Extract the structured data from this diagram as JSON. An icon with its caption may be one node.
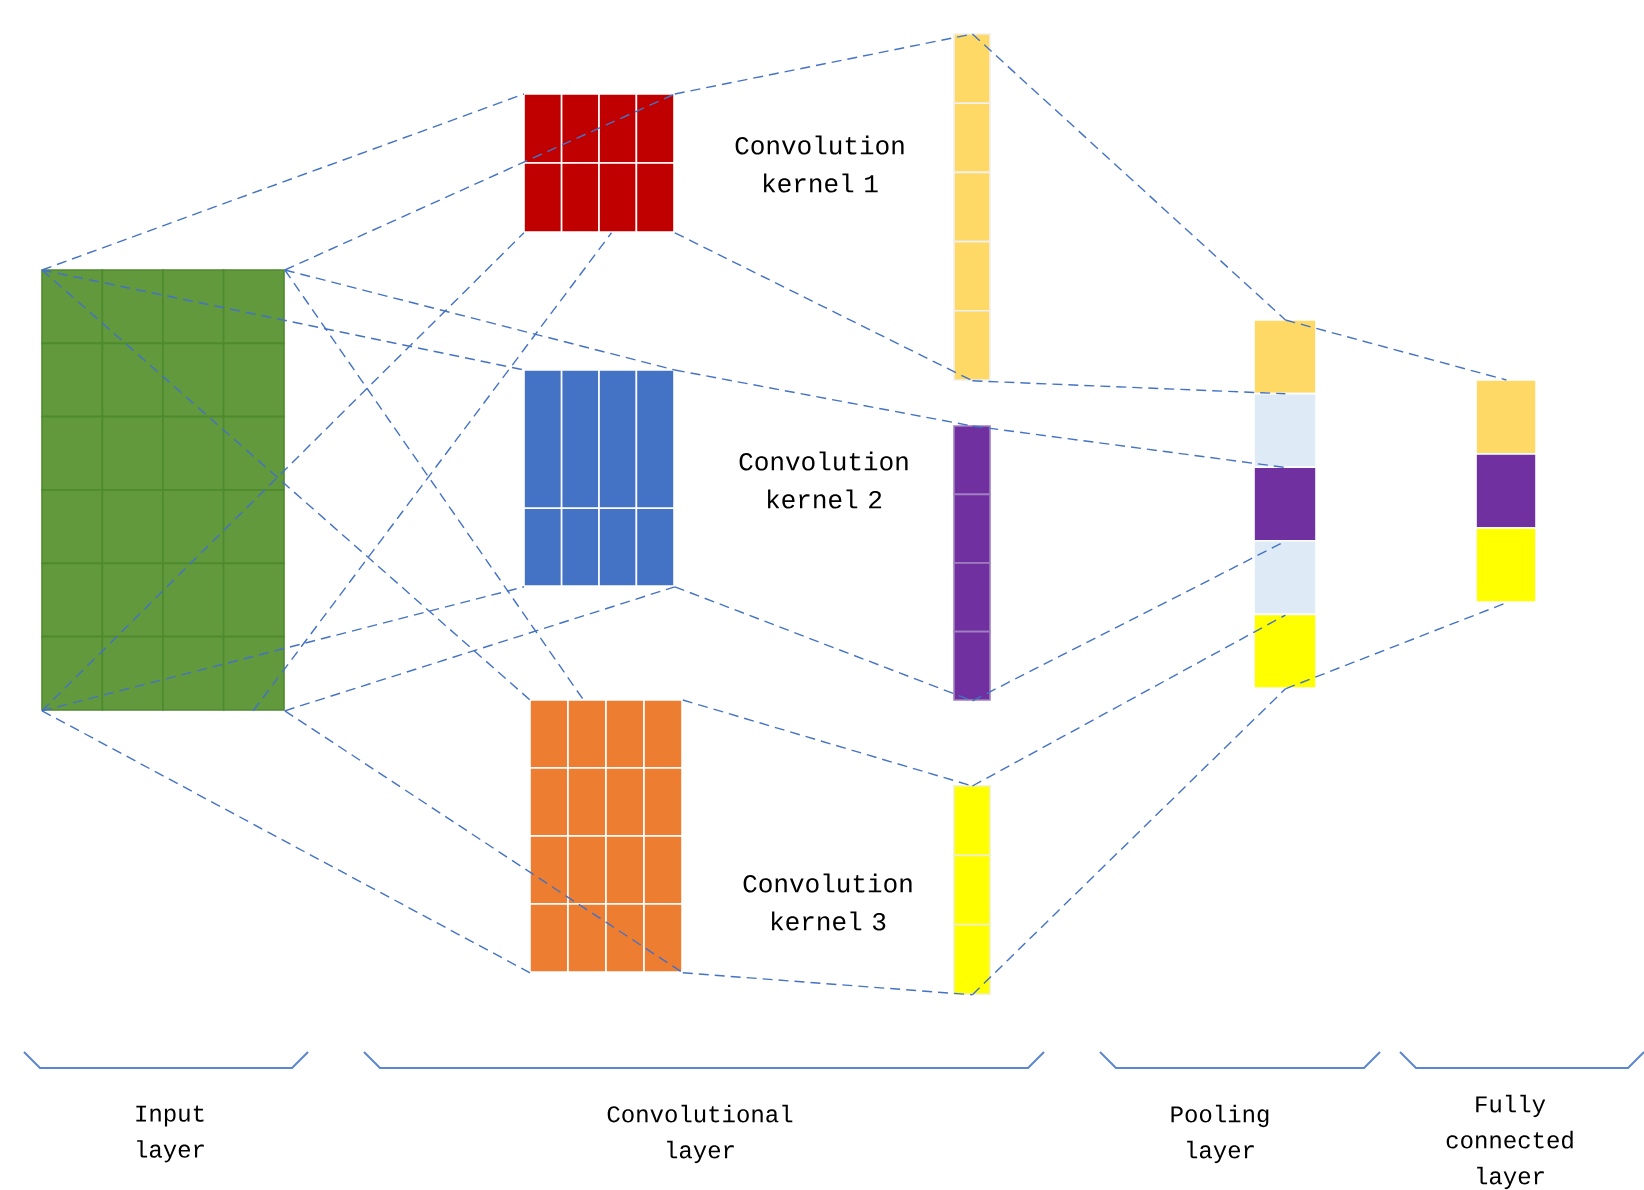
{
  "diagram": {
    "nodes": [
      {
        "text": [],
        "shape": "box"
      },
      {
        "text": [],
        "shape": "box",
        "beside": [
          "Convolution kernel 1"
        ]
      },
      {
        "text": [],
        "shape": "box",
        "beside": [
          "Convolution kernel 2"
        ]
      },
      {
        "text": [],
        "shape": "box",
        "beside": [
          "Convolution kernel 3"
        ]
      },
      {
        "text": [],
        "shape": "bar"
      },
      {
        "text": [],
        "shape": "bar"
      },
      {
        "text": [],
        "shape": "bar"
      },
      {
        "text": [],
        "shape": "bar"
      },
      {
        "text": [],
        "shape": "bar"
      }
    ],
    "edges": [
      {
        "from": 0,
        "to": 1,
        "arrow": "none"
      },
      {
        "from": 0,
        "to": 1,
        "arrow": "none"
      },
      {
        "from": 0,
        "to": 1,
        "arrow": "none"
      },
      {
        "from": 0,
        "to": 1,
        "arrow": "none"
      },
      {
        "from": 0,
        "to": 2,
        "arrow": "none"
      },
      {
        "from": 0,
        "to": 2,
        "arrow": "none"
      },
      {
        "from": 0,
        "to": 2,
        "arrow": "none"
      },
      {
        "from": 0,
        "to": 2,
        "arrow": "none"
      },
      {
        "from": 0,
        "to": 3,
        "arrow": "none"
      },
      {
        "from": 0,
        "to": 3,
        "arrow": "none"
      },
      {
        "from": 0,
        "to": 3,
        "arrow": "none"
      },
      {
        "from": 0,
        "to": 3,
        "arrow": "none"
      },
      {
        "from": 1,
        "to": 4,
        "arrow": "none"
      },
      {
        "from": 1,
        "to": 4,
        "arrow": "none"
      },
      {
        "from": 2,
        "to": 5,
        "arrow": "none"
      },
      {
        "from": 2,
        "to": 5,
        "arrow": "none"
      },
      {
        "from": 3,
        "to": 6,
        "arrow": "none"
      },
      {
        "from": 3,
        "to": 6,
        "arrow": "none"
      },
      {
        "from": 4,
        "to": 7,
        "arrow": "none"
      },
      {
        "from": 4,
        "to": 7,
        "arrow": "none"
      },
      {
        "from": 5,
        "to": 7,
        "arrow": "none"
      },
      {
        "from": 5,
        "to": 7,
        "arrow": "none"
      },
      {
        "from": 6,
        "to": 7,
        "arrow": "none"
      },
      {
        "from": 6,
        "to": 7,
        "arrow": "none"
      },
      {
        "from": 7,
        "to": 8,
        "arrow": "none"
      },
      {
        "from": 7,
        "to": 8,
        "arrow": "none"
      }
    ],
    "labels": [
      "Input layer",
      "Convolutional layer",
      "Pooling layer",
      "Fully connected layer"
    ]
  }
}
